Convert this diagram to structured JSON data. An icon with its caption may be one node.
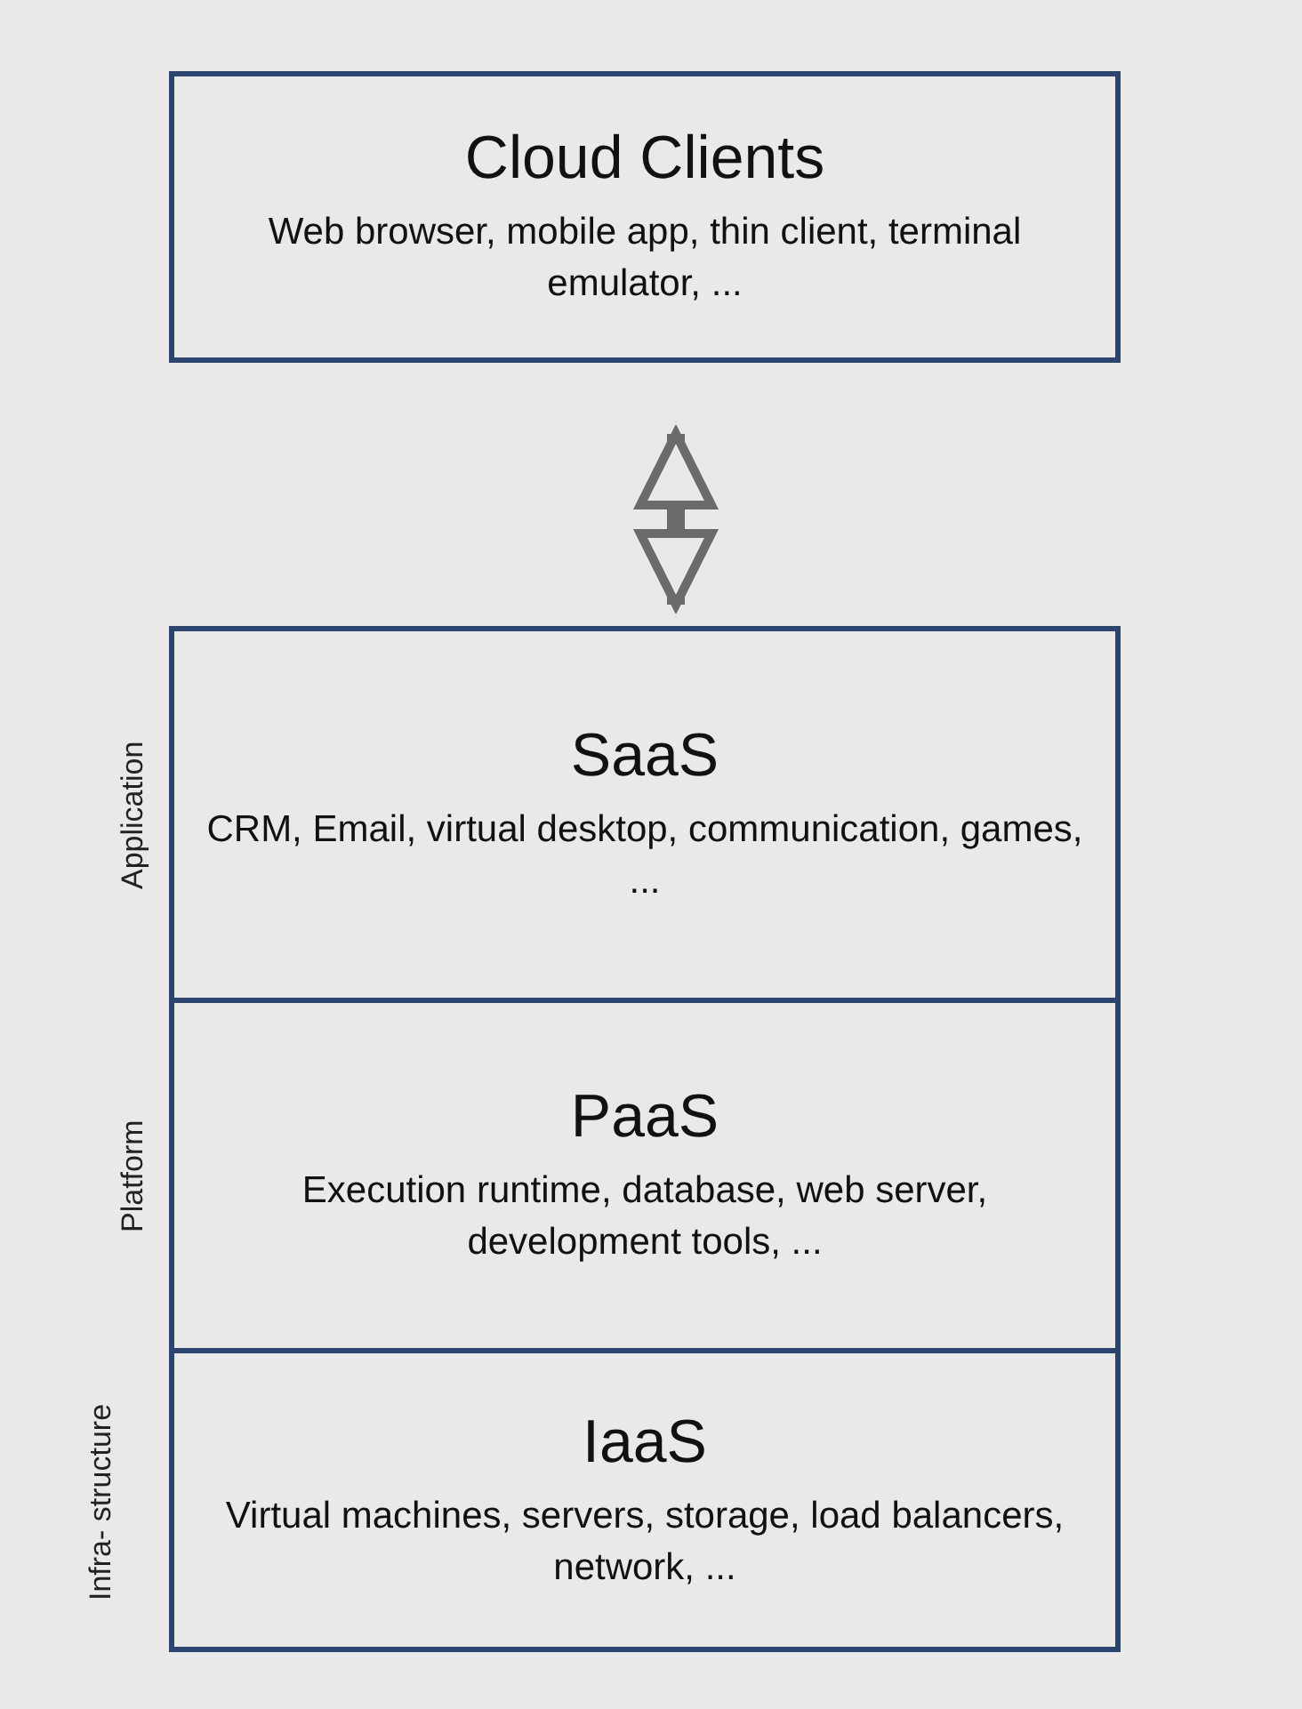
{
  "diagram": {
    "nodes": [
      {
        "text": [
          "Cloud Clients",
          "Web browser, mobile app, thin client, terminal emulator, ..."
        ]
      },
      {
        "text": [
          "SaaS",
          "CRM, Email, virtual desktop, communication, games, ..."
        ],
        "beside": [
          "Application"
        ]
      },
      {
        "text": [
          "PaaS",
          "Execution runtime, database, web server, development tools, ..."
        ],
        "beside": [
          "Platform"
        ]
      },
      {
        "text": [
          "IaaS",
          "Virtual machines, servers, storage, load balancers, network, ..."
        ],
        "beside": [
          "Infra- structure"
        ]
      }
    ],
    "edges": [
      {
        "from": 0,
        "to": 1,
        "arrow": "both"
      }
    ]
  }
}
